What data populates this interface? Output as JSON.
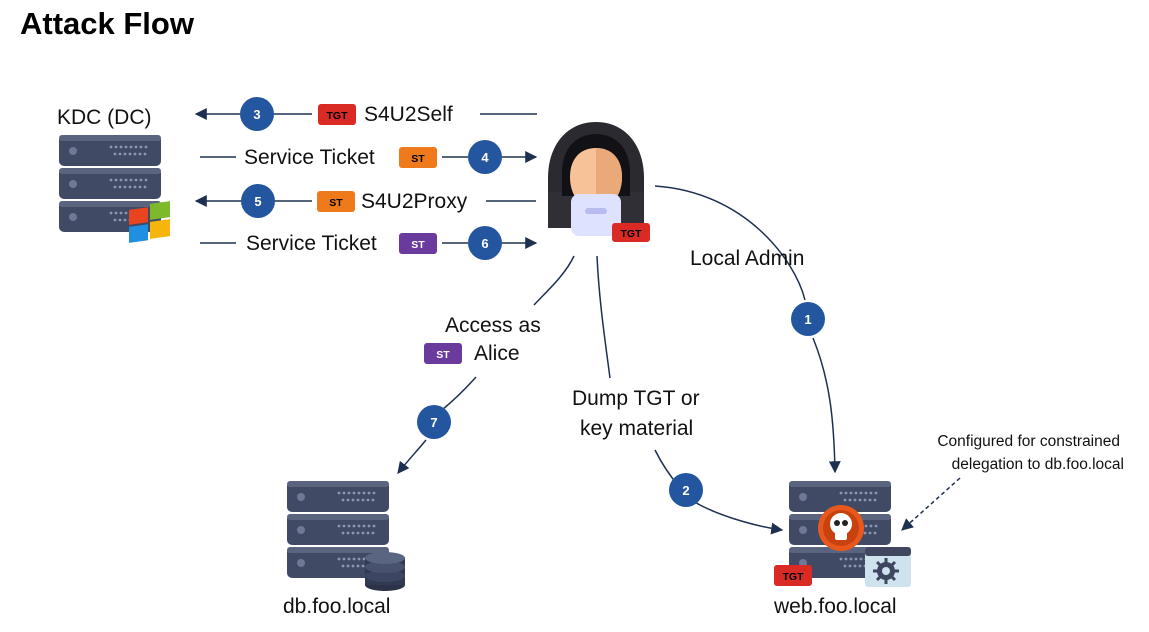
{
  "title": "Attack Flow",
  "nodes": {
    "kdc": "KDC (DC)",
    "db": "db.foo.local",
    "web": "web.foo.local"
  },
  "messages": {
    "s4u2self": "S4U2Self",
    "service_ticket_1": "Service Ticket",
    "s4u2proxy": "S4U2Proxy",
    "service_ticket_2": "Service Ticket"
  },
  "edges": {
    "local_admin": "Local Admin",
    "access_line1": "Access as",
    "access_line2": "Alice",
    "dump_line1": "Dump TGT or",
    "dump_line2": "key material"
  },
  "note": {
    "line1": "Configured for constrained",
    "line2": "delegation to db.foo.local"
  },
  "steps": [
    "1",
    "2",
    "3",
    "4",
    "5",
    "6",
    "7"
  ],
  "tickets": {
    "tgt": "TGT",
    "st": "ST"
  },
  "colors": {
    "step_circle": "#2456a0",
    "arrow": "#1e3050",
    "server_dark": "#3e4660",
    "server_light": "#576180",
    "tgt": "#d92a23",
    "st_orange": "#ee7a1c",
    "st_purple": "#6a3a9c"
  }
}
